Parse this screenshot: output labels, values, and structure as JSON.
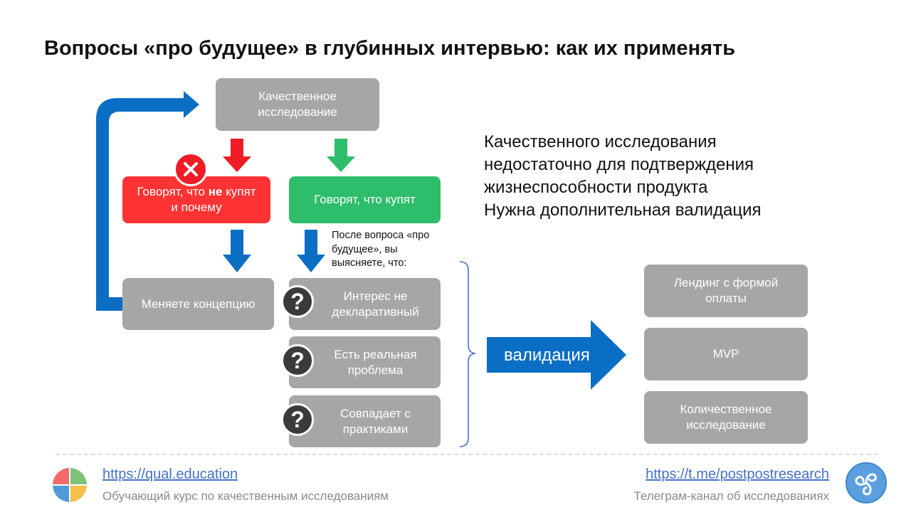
{
  "title": "Вопросы «про будущее» в глубинных интервью: как их применять",
  "boxes": {
    "qual_research": "Качественное исследование",
    "say_wont_buy_prefix": "Говорят, что ",
    "say_wont_buy_bold": "не",
    "say_wont_buy_suffix": " купят и почему",
    "say_will_buy": "Говорят, что купят",
    "change_concept": "Меняете концепцию",
    "interest": "Интерес не декларативный",
    "real_problem": "Есть реальная проблема",
    "matches_practice": "Совпадает с практиками",
    "landing": "Лендинг с формой оплаты",
    "mvp": "MVP",
    "quant_research": "Количественное исследование"
  },
  "note": "После вопроса «про будущее», вы выясняете, что:",
  "validation_label": "валидация",
  "statement": [
    "Качественного исследования",
    "недостаточно для подтверждения",
    "жизнеспособности продукта",
    "Нужна дополнительная валидация"
  ],
  "footer": {
    "left_link": "https://qual.education",
    "left_sub": "Обучающий курс по качественным исследованиям",
    "right_link": "https://t.me/postpostresearch",
    "right_sub": "Телеграм-канал об исследованиях"
  },
  "colors": {
    "gray_box": "#a6a6a6",
    "red_box": "#ff3333",
    "green_box": "#2ebd6b",
    "blue_arrow": "#0b6ec5",
    "red_arrow": "#ee1c25",
    "green_arrow": "#2ebd6b"
  },
  "icons": {
    "cross": "x-circle-icon",
    "question": "question-circle-icon",
    "left_logo": "colored-circle-logo",
    "right_logo": "triskelion-logo"
  }
}
